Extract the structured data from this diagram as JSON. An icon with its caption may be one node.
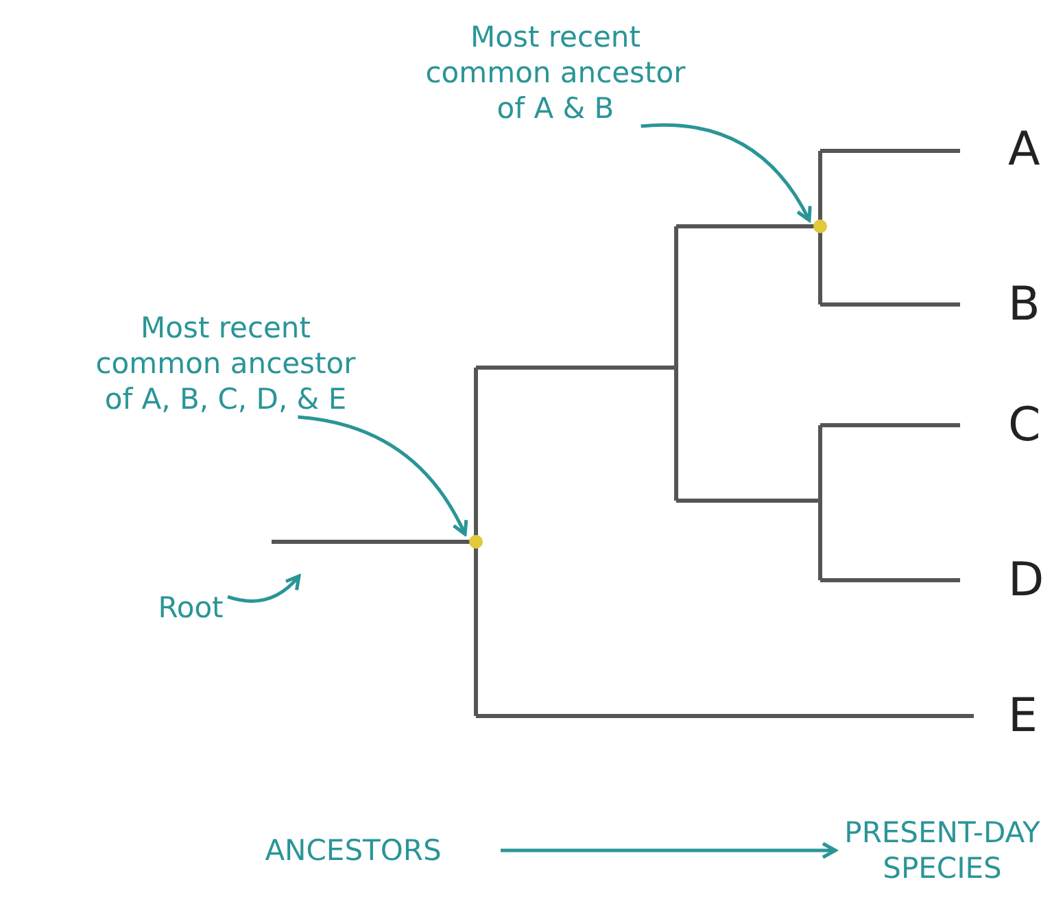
{
  "diagram": {
    "nodes": [
      {
        "text": [
          "Most recent common ancestor of A & B"
        ]
      },
      {
        "text": [],
        "shape": "circle"
      },
      {
        "text": [
          "Most recent common ancestor of A, B, C, D, & E"
        ]
      },
      {
        "text": [],
        "shape": "circle"
      },
      {
        "text": [
          "Root"
        ]
      },
      {
        "text": [
          "ANCESTORS"
        ]
      },
      {
        "text": [
          "PRESENT-DAY SPECIES"
        ]
      }
    ],
    "edges": [
      {
        "from": 0,
        "to": 1,
        "arrow": "to"
      },
      {
        "from": 2,
        "to": 3,
        "arrow": "to"
      },
      {
        "from": 4,
        "to": null,
        "arrow": "to"
      },
      {
        "from": 5,
        "to": 6,
        "arrow": "to"
      }
    ],
    "labels": [
      "A",
      "B",
      "C",
      "D",
      "E"
    ]
  }
}
